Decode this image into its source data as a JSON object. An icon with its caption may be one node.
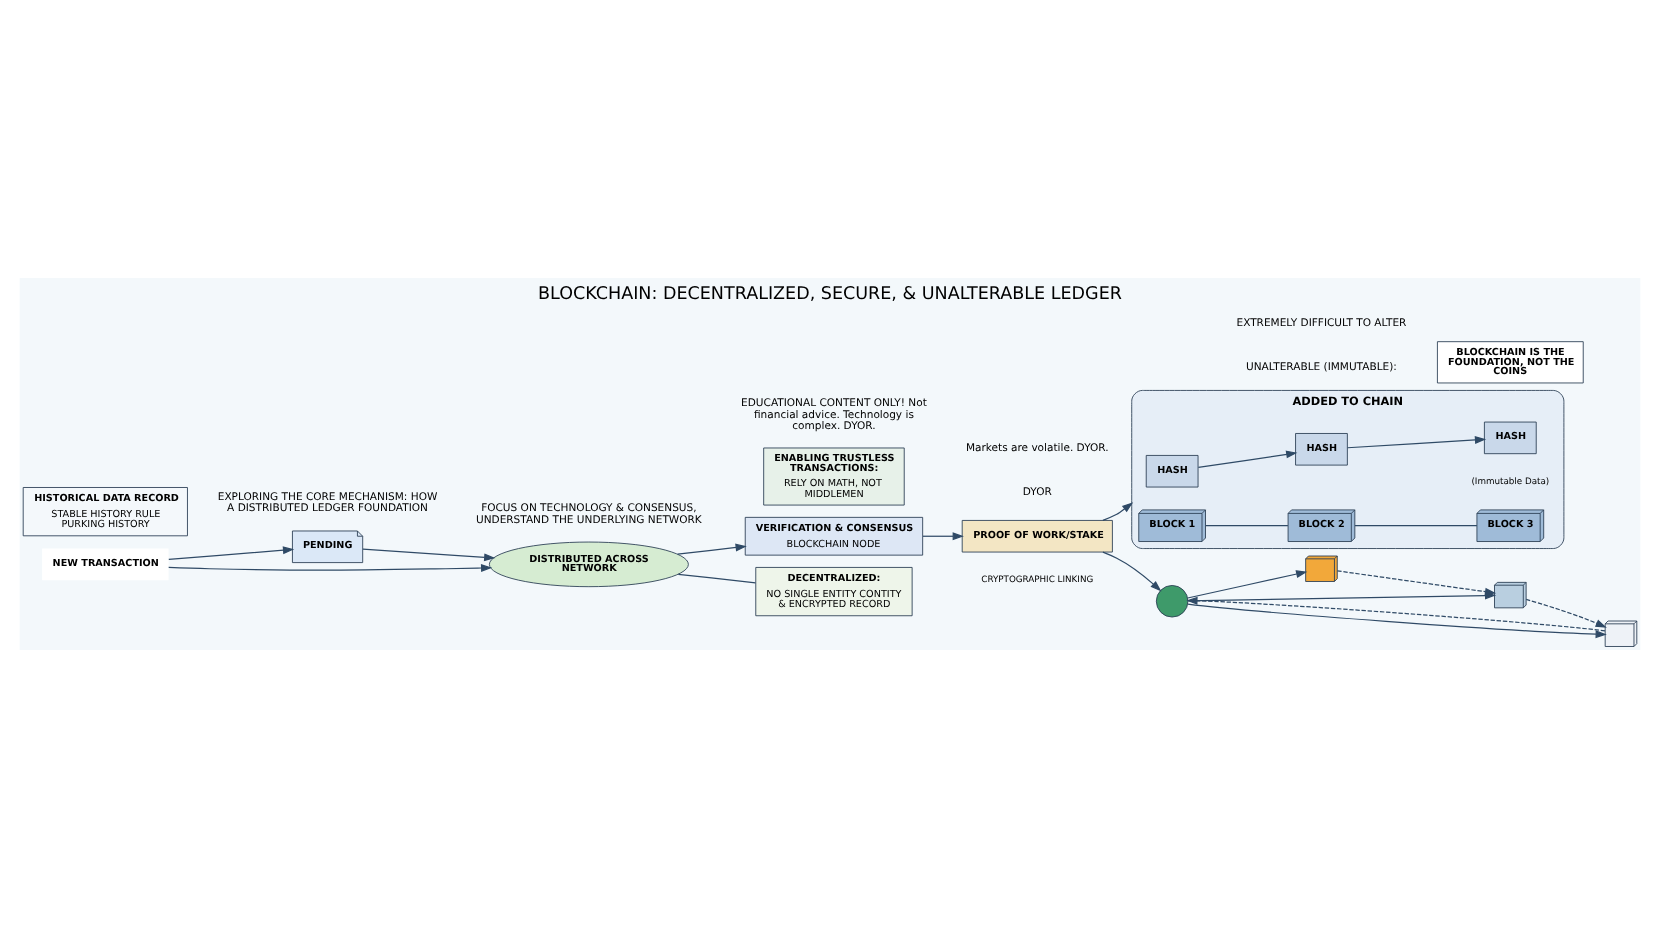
{
  "diagram": {
    "title": "BLOCKCHAIN: DECENTRALIZED, SECURE, & UNALTERABLE LEDGER",
    "nodes": [
      {
        "text": [
          "NEW TRANSACTION"
        ]
      },
      {
        "text": [
          "PENDING"
        ]
      },
      {
        "text": [
          "DISTRIBUTED ACROSS NETWORK"
        ]
      },
      {
        "text": [
          "VERIFICATION & CONSENSUS",
          "BLOCKCHAIN NODE"
        ]
      },
      {
        "text": [
          "PROOF OF WORK/STAKE"
        ],
        "beside": [
          "CRYPTOGRAPHIC LINKING"
        ]
      },
      {
        "text": [
          "ADDED TO CHAIN"
        ]
      },
      {
        "text": [
          "HASH"
        ],
        "in": 5
      },
      {
        "text": [
          "HASH"
        ],
        "in": 5
      },
      {
        "text": [
          "HASH"
        ],
        "in": 5
      },
      {
        "text": [
          "BLOCK 1"
        ],
        "in": 5
      },
      {
        "text": [
          "BLOCK 2"
        ],
        "in": 5
      },
      {
        "text": [
          "BLOCK 3"
        ],
        "beside": [
          "(Immutable Data)"
        ],
        "in": 5
      },
      {
        "text": [],
        "shape": "circle"
      },
      {
        "text": [],
        "shape": "picture"
      },
      {
        "text": [],
        "shape": "picture"
      },
      {
        "text": [],
        "shape": "picture"
      },
      {
        "text": [
          "DECENTRALIZED:",
          "NO SINGLE ENTITY CONTITY & ENCRYPTED RECORD"
        ]
      },
      {
        "text": [
          "ENABLING TRUSTLESS TRANSACTIONS:",
          "RELY ON MATH, NOT MIDDLEMEN"
        ]
      },
      {
        "text": [
          "HISTORICAL DATA RECORD",
          "STABLE HISTORY RULE PURKING HISTORY"
        ]
      },
      {
        "text": [
          "BLOCKCHAIN IS THE FOUNDATION, NOT THE COINS"
        ]
      }
    ],
    "edges": [
      {
        "from": 0,
        "to": 1,
        "arrow": "to"
      },
      {
        "from": 0,
        "to": 2,
        "arrow": "to"
      },
      {
        "from": 1,
        "to": 2,
        "arrow": "to"
      },
      {
        "from": 2,
        "to": 3,
        "arrow": "to"
      },
      {
        "from": 3,
        "to": 4,
        "arrow": "to"
      },
      {
        "from": 4,
        "to": 5,
        "arrow": "to"
      },
      {
        "from": 6,
        "to": 7,
        "arrow": "to"
      },
      {
        "from": 7,
        "to": 8,
        "arrow": "to"
      },
      {
        "from": 9,
        "to": 10,
        "arrow": "none"
      },
      {
        "from": 10,
        "to": 11,
        "arrow": "none"
      },
      {
        "from": 4,
        "to": 12,
        "arrow": "to"
      },
      {
        "from": 12,
        "to": 13,
        "arrow": "to"
      },
      {
        "from": 12,
        "to": 14,
        "arrow": "to"
      },
      {
        "from": 12,
        "to": 15,
        "arrow": "to"
      },
      {
        "from": 13,
        "to": 14,
        "arrow": "to",
        "style": "dashed"
      },
      {
        "from": 14,
        "to": 15,
        "arrow": "to",
        "style": "dashed"
      },
      {
        "from": 15,
        "to": 12,
        "arrow": "to",
        "style": "dashed"
      },
      {
        "from": 2,
        "to": 16,
        "arrow": "none"
      }
    ],
    "labels": [
      "EXPLORING THE CORE MECHANISM: HOW A DISTRIBUTED LEDGER FOUNDATION",
      "UNALTERABLE (IMMUTABLE):",
      "EXTREMELY DIFFICULT TO ALTER",
      "FOCUS ON TECHNOLOGY & CONSENSUS, UNDERSTAND THE UNDERLYING NETWORK",
      "EDUCATIONAL CONTENT ONLY! Not financial advice. Technology is complex. DYOR.",
      "DYOR",
      "Markets are volatile. DYOR."
    ]
  }
}
